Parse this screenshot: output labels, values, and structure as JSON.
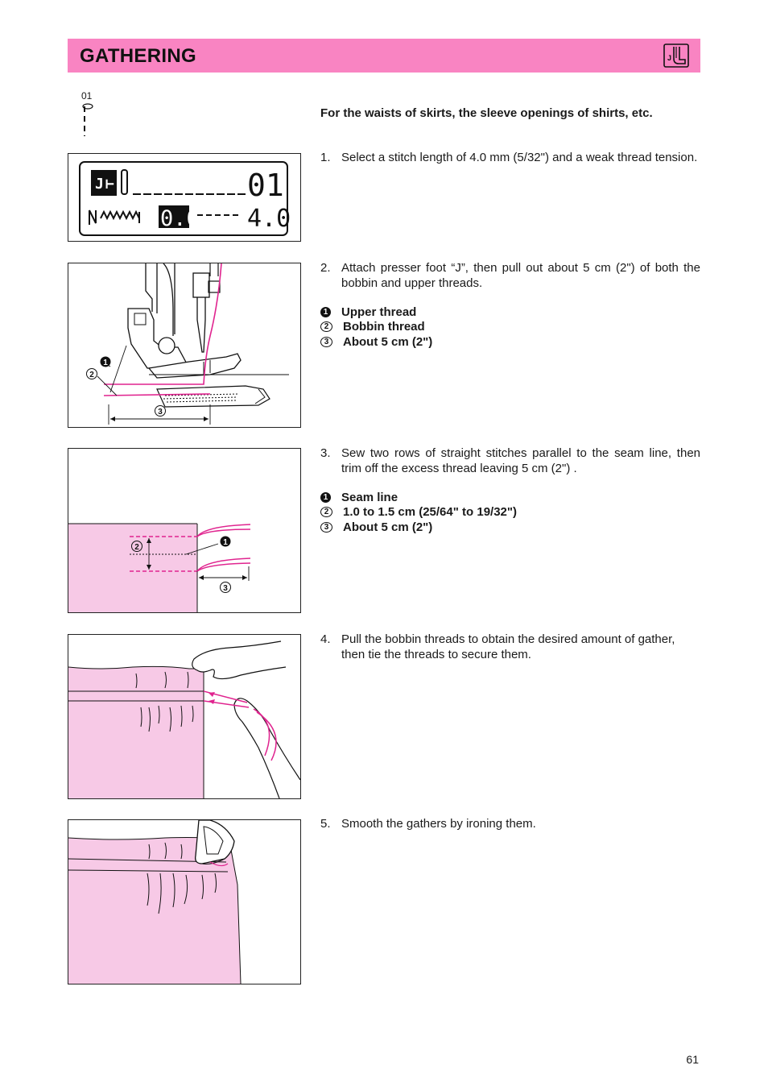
{
  "header": {
    "title": "GATHERING",
    "icon": "presser-foot-j-icon"
  },
  "stitch": {
    "code": "01"
  },
  "intro": "For the waists of skirts, the sleeve openings of shirts, etc.",
  "lcd": {
    "foot": "J",
    "pattern_number": "01",
    "width_value": "0.0",
    "length_value": "4.0"
  },
  "steps": [
    {
      "number": "1.",
      "text": "Select a stitch length of 4.0 mm (5/32\") and a weak thread tension."
    },
    {
      "number": "2.",
      "text": "Attach presser foot “J”, then pull out about 5 cm (2\") of both the bobbin and upper threads.",
      "legend": [
        {
          "marker": "1",
          "label": "Upper thread"
        },
        {
          "marker": "2",
          "label": "Bobbin thread"
        },
        {
          "marker": "3",
          "label": "About 5 cm (2\")"
        }
      ]
    },
    {
      "number": "3.",
      "text": "Sew two rows of straight stitches parallel to the seam line, then trim off the excess thread leaving 5 cm (2\") .",
      "legend": [
        {
          "marker": "1",
          "label": "Seam line"
        },
        {
          "marker": "2",
          "label": "1.0 to 1.5 cm (25/64\" to 19/32\")"
        },
        {
          "marker": "3",
          "label": "About 5 cm (2\")"
        }
      ]
    },
    {
      "number": "4.",
      "text": "Pull the bobbin threads to obtain the desired amount of gather, then tie the threads to secure them."
    },
    {
      "number": "5.",
      "text": "Smooth the gathers by ironing them."
    }
  ],
  "figure_markers": {
    "m1": "1",
    "m2": "2",
    "m3": "3"
  },
  "colors": {
    "header": "#f984c2",
    "fabric": "#f7c9e6",
    "thread": "#e0248f"
  },
  "page_number": "61"
}
